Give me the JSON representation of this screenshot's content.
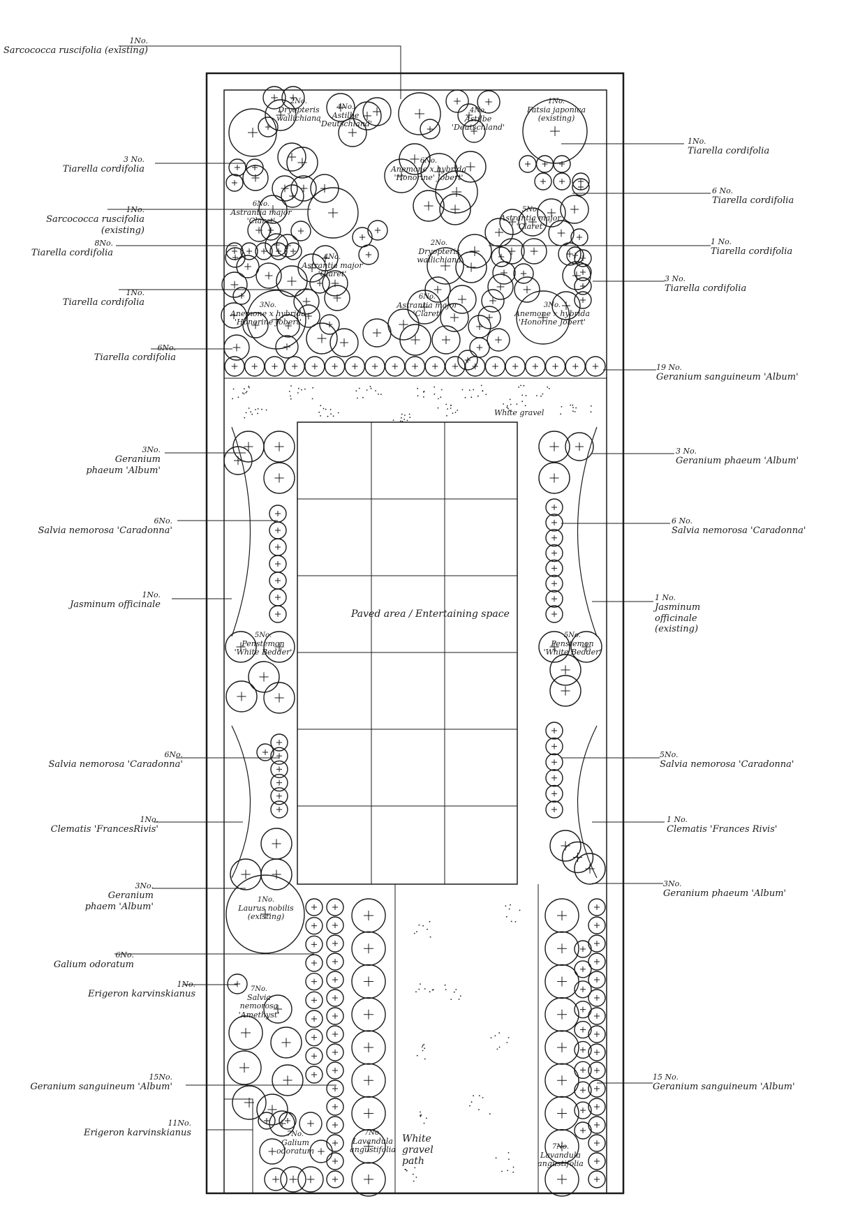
{
  "callouts_left": [
    {
      "count": "1No.",
      "plant": "Sarcococca ruscifolia (existing)"
    },
    {
      "count": "3 No.",
      "plant": "Tiarella cordifolia"
    },
    {
      "count": "1No.",
      "plant": "Sarcococca ruscifolia (existing)"
    },
    {
      "count": "8No.",
      "plant": "Tiarella cordifolia"
    },
    {
      "count": "1No.",
      "plant": "Tiarella cordifolia"
    },
    {
      "count": "6No.",
      "plant": "Tiarella cordifolia"
    },
    {
      "count": "3No.",
      "plant": "Geranium phaeum 'Album'"
    },
    {
      "count": "6No.",
      "plant": "Salvia nemorosa 'Caradonna'"
    },
    {
      "count": "1No.",
      "plant": "Jasminum officinale"
    },
    {
      "count": "6No.",
      "plant": "Salvia nemorosa 'Caradonna'"
    },
    {
      "count": "1No.",
      "plant": "Clematis 'FrancesRivis'"
    },
    {
      "count": "3No.",
      "plant": "Geranium phaem 'Album'"
    },
    {
      "count": "6No.",
      "plant": "Galium odoratum"
    },
    {
      "count": "1No.",
      "plant": "Erigeron karvinskianus"
    },
    {
      "count": "15No.",
      "plant": "Geranium sanguineum 'Album'"
    },
    {
      "count": "11No.",
      "plant": "Erigeron karvinskianus"
    }
  ],
  "callouts_right": [
    {
      "count": "1No.",
      "plant": "Tiarella cordifolia"
    },
    {
      "count": "6 No.",
      "plant": "Tiarella cordifolia"
    },
    {
      "count": "1 No.",
      "plant": "Tiarella cordifolia"
    },
    {
      "count": "3 No.",
      "plant": "Tiarella cordifolia"
    },
    {
      "count": "19 No.",
      "plant": "Geranium sanguineum 'Album'"
    },
    {
      "count": "3 No.",
      "plant": "Geranium phaeum 'Album'"
    },
    {
      "count": "6 No.",
      "plant": "Salvia nemorosa 'Caradonna'"
    },
    {
      "count": "1 No.",
      "plant": "Jasminum officinale (existing)"
    },
    {
      "count": "5No.",
      "plant": "Salvia nemorosa 'Caradonna'"
    },
    {
      "count": "1 No.",
      "plant": "Clematis 'Frances Rivis'"
    },
    {
      "count": "3No.",
      "plant": "Geranium phaeum 'Album'"
    },
    {
      "count": "15 No.",
      "plant": "Geranium sanguineum 'Album'"
    }
  ],
  "inline_labels": [
    {
      "count": "2No.",
      "plant": "Dryopteris wallichiana"
    },
    {
      "count": "4No.",
      "plant": "Astilbe 'Deutschland'"
    },
    {
      "count": "4No.",
      "plant": "Astilbe 'Deutschland'"
    },
    {
      "count": "1No.",
      "plant": "Fatsia japonica (existing)"
    },
    {
      "count": "6No.",
      "plant": "Anemone x hybrida 'Honorine' Jobert'"
    },
    {
      "count": "6No.",
      "plant": "Astrantia major 'Claret'"
    },
    {
      "count": "5No.",
      "plant": "Astrantia major 'Claret'"
    },
    {
      "count": "4No.",
      "plant": "Astrantia major 'Claret'"
    },
    {
      "count": "2No.",
      "plant": "Dryopteris wallichiana"
    },
    {
      "count": "3No.",
      "plant": "Anemone x hybrida 'Honorine Jobert'"
    },
    {
      "count": "6No.",
      "plant": "Astrantia major 'Claret'"
    },
    {
      "count": "3No.",
      "plant": "Anemone x hybrida 'Honorine Jobert'"
    },
    {
      "count": "5No.",
      "plant": "Penstemon 'White Bedder'"
    },
    {
      "count": "5No.",
      "plant": "Penstemon 'White Bedder'"
    },
    {
      "count": "1No.",
      "plant": "Laurus nobilis (existing)"
    },
    {
      "count": "7No.",
      "plant": "Salvia nemorosa 'Amethyst'"
    },
    {
      "count": "7No.",
      "plant": "Galium odoratum"
    },
    {
      "count": "7No.",
      "plant": "Lavandula angustifolia"
    },
    {
      "count": "7No.",
      "plant": "Lavandula angustifolia"
    }
  ],
  "areas": {
    "paved": "Paved area / Entertaining space",
    "gravel": "White gravel",
    "gravel_path": "White gravel path"
  },
  "colors": {
    "ink": "#1a1a1a",
    "paper": "#ffffff"
  }
}
